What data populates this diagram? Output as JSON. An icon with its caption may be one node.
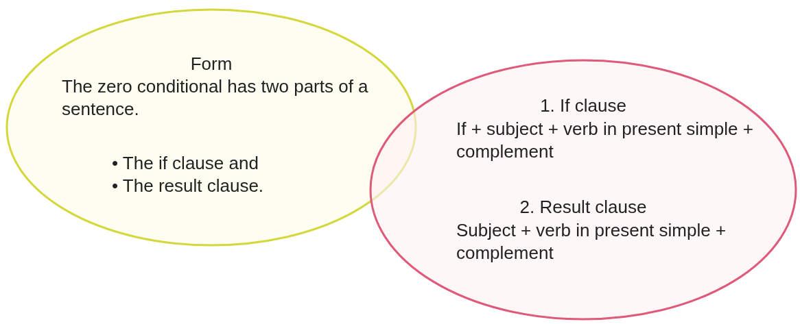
{
  "diagram": {
    "nodes": [
      {
        "text": [
          "Form",
          "The zero conditional has two parts of a sentence.",
          "• The if clause and",
          "• The result clause."
        ]
      },
      {
        "text": [
          "1. If clause",
          "If + subject + verb in present simple + complement",
          "2. Result clause",
          "Subject + verb in present simple + complement"
        ]
      }
    ]
  }
}
